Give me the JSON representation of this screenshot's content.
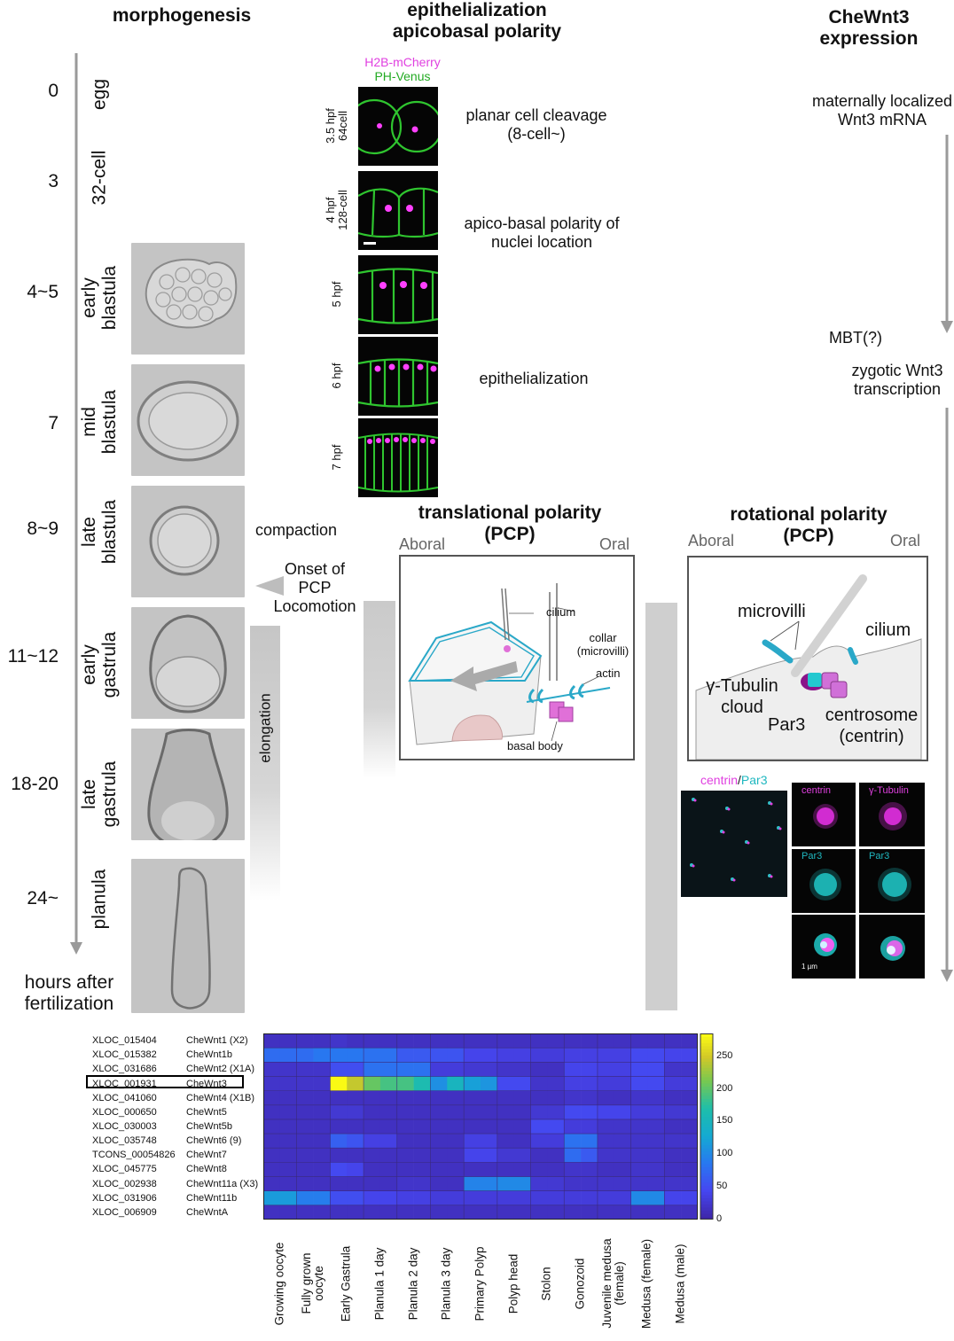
{
  "headers": {
    "morphogenesis": "morphogenesis",
    "epithelialization_line1": "epithelialization",
    "epithelialization_line2": "apicobasal polarity",
    "wnt3_line1": "CheWnt3",
    "wnt3_line2": "expression",
    "translational_line1": "translational polarity",
    "translational_line2": "(PCP)",
    "rotational_line1": "rotational polarity",
    "rotational_line2": "(PCP)"
  },
  "timeline": {
    "times": [
      "0",
      "3",
      "4~5",
      "7",
      "8~9",
      "11~12",
      "18-20",
      "24~"
    ],
    "stages": [
      [
        "egg"
      ],
      [
        "32-cell"
      ],
      [
        "early",
        "blastula"
      ],
      [
        "mid",
        "blastula"
      ],
      [
        "late",
        "blastula"
      ],
      [
        "early",
        "gastrula"
      ],
      [
        "late",
        "gastrula"
      ],
      [
        "planula"
      ]
    ],
    "axis_label_line1": "hours after",
    "axis_label_line2": "fertilization"
  },
  "morphogenesis": {
    "compaction": "compaction",
    "onset_line1": "Onset of",
    "onset_line2": "PCP",
    "onset_line3": "Locomotion",
    "elongation": "elongation"
  },
  "imaging": {
    "channel1": "H2B-mCherry",
    "channel2": "PH-Venus",
    "channel1_color": "#e040e0",
    "channel2_color": "#22bb22",
    "panels": [
      [
        "3.5 hpf",
        "64cell"
      ],
      [
        "4 hpf",
        "128-cell"
      ],
      [
        "5 hpf"
      ],
      [
        "6 hpf"
      ],
      [
        "7 hpf"
      ]
    ],
    "notes": {
      "cleavage_line1": "planar cell cleavage",
      "cleavage_line2": "(8-cell~)",
      "apico_line1": "apico-basal polarity of",
      "apico_line2": "nuclei location",
      "epi": "epithelialization"
    }
  },
  "wnt3": {
    "maternal_line1": "maternally localized",
    "maternal_line2": "Wnt3 mRNA",
    "mbt": "MBT(?)",
    "zygotic_line1": "zygotic Wnt3",
    "zygotic_line2": "transcription"
  },
  "translational": {
    "aboral": "Aboral",
    "oral": "Oral",
    "cilium": "cilium",
    "collar_line1": "collar",
    "collar_line2": "(microvilli)",
    "actin": "actin",
    "basal_body": "basal body"
  },
  "rotational": {
    "aboral": "Aboral",
    "oral": "Oral",
    "microvilli": "microvilli",
    "cilium": "cilium",
    "gtub_line1": "γ-Tubulin",
    "gtub_line2": "cloud",
    "par3": "Par3",
    "centrosome_line1": "centrosome",
    "centrosome_line2": "(centrin)",
    "img_centrin": "centrin",
    "img_slash": "/",
    "img_par3": "Par3",
    "img_gtub": "γ-Tubulin",
    "scale": "1 µm"
  },
  "chart_data": {
    "type": "heatmap",
    "rows": [
      {
        "id": "XLOC_015404",
        "gene": "CheWnt1 (X2)"
      },
      {
        "id": "XLOC_015382",
        "gene": "CheWnt1b"
      },
      {
        "id": "XLOC_031686",
        "gene": "CheWnt2 (X1A)"
      },
      {
        "id": "XLOC_001931",
        "gene": "CheWnt3"
      },
      {
        "id": "XLOC_041060",
        "gene": "CheWnt4 (X1B)"
      },
      {
        "id": "XLOC_000650",
        "gene": "CheWnt5"
      },
      {
        "id": "XLOC_030003",
        "gene": "CheWnt5b"
      },
      {
        "id": "XLOC_035748",
        "gene": "CheWnt6 (9)"
      },
      {
        "id": "TCONS_00054826",
        "gene": "CheWnt7"
      },
      {
        "id": "XLOC_045775",
        "gene": "CheWnt8"
      },
      {
        "id": "XLOC_002938",
        "gene": "CheWnt11a (X3)"
      },
      {
        "id": "XLOC_031906",
        "gene": "CheWnt11b"
      },
      {
        "id": "XLOC_006909",
        "gene": "CheWntA"
      }
    ],
    "highlight_row": 3,
    "columns": [
      "Growing oocyte",
      "Fully grown oocyte",
      "Early Gastrula",
      "Planula 1 day",
      "Planula 2 day",
      "Planula 3 day",
      "Primary Polyp",
      "Polyp head",
      "Stolon",
      "Gonozoid",
      "Juvenile medusa (female)",
      "Medusa (female)",
      "Medusa (male)"
    ],
    "column_label_lines": [
      [
        "Growing oocyte"
      ],
      [
        "Fully grown",
        "oocyte"
      ],
      [
        "Early Gastrula"
      ],
      [
        "Planula 1 day"
      ],
      [
        "Planula 2 day"
      ],
      [
        "Planula 3 day"
      ],
      [
        "Primary Polyp"
      ],
      [
        "Polyp head"
      ],
      [
        "Stolon"
      ],
      [
        "Gonozoid"
      ],
      [
        "Juvenile medusa",
        "(female)"
      ],
      [
        "Medusa (female)"
      ],
      [
        "Medusa (male)"
      ]
    ],
    "values": [
      [
        15,
        15,
        15,
        15,
        20,
        15,
        15,
        15,
        15,
        15,
        15,
        15,
        15,
        15,
        15,
        15,
        15,
        15,
        15,
        15,
        15,
        15,
        15,
        15,
        15,
        15
      ],
      [
        75,
        75,
        75,
        85,
        85,
        85,
        80,
        80,
        60,
        60,
        55,
        55,
        40,
        40,
        35,
        35,
        30,
        30,
        35,
        35,
        35,
        35,
        45,
        45,
        40,
        40
      ],
      [
        20,
        20,
        20,
        20,
        50,
        50,
        80,
        80,
        80,
        80,
        30,
        30,
        25,
        25,
        20,
        20,
        15,
        15,
        40,
        40,
        35,
        35,
        45,
        45,
        20,
        20
      ],
      [
        20,
        20,
        20,
        20,
        285,
        245,
        205,
        190,
        190,
        165,
        105,
        150,
        120,
        110,
        45,
        45,
        20,
        20,
        35,
        35,
        30,
        30,
        45,
        45,
        30,
        30
      ],
      [
        15,
        15,
        15,
        15,
        15,
        15,
        15,
        15,
        15,
        15,
        15,
        15,
        15,
        15,
        15,
        15,
        15,
        15,
        20,
        20,
        15,
        15,
        20,
        20,
        15,
        15
      ],
      [
        15,
        15,
        15,
        15,
        25,
        25,
        15,
        15,
        15,
        15,
        15,
        15,
        15,
        15,
        15,
        15,
        25,
        25,
        45,
        45,
        40,
        40,
        30,
        30,
        25,
        25
      ],
      [
        15,
        15,
        15,
        15,
        15,
        15,
        15,
        15,
        15,
        15,
        15,
        15,
        15,
        15,
        15,
        15,
        45,
        45,
        30,
        30,
        20,
        20,
        20,
        20,
        15,
        15
      ],
      [
        15,
        15,
        15,
        15,
        65,
        55,
        35,
        35,
        15,
        15,
        15,
        15,
        35,
        35,
        15,
        15,
        30,
        30,
        80,
        80,
        20,
        20,
        20,
        20,
        20,
        20
      ],
      [
        15,
        15,
        15,
        15,
        15,
        15,
        15,
        15,
        15,
        15,
        15,
        15,
        40,
        40,
        25,
        25,
        15,
        15,
        75,
        60,
        20,
        20,
        20,
        20,
        15,
        15
      ],
      [
        15,
        15,
        15,
        15,
        45,
        40,
        15,
        15,
        15,
        15,
        15,
        15,
        15,
        15,
        15,
        15,
        15,
        15,
        20,
        20,
        15,
        15,
        20,
        20,
        15,
        15
      ],
      [
        15,
        15,
        15,
        15,
        15,
        15,
        15,
        15,
        20,
        20,
        15,
        15,
        95,
        95,
        100,
        100,
        25,
        25,
        20,
        20,
        20,
        20,
        20,
        20,
        20,
        20
      ],
      [
        115,
        115,
        90,
        90,
        50,
        50,
        40,
        40,
        35,
        35,
        30,
        30,
        30,
        30,
        30,
        30,
        30,
        30,
        30,
        30,
        30,
        30,
        100,
        100,
        40,
        40
      ],
      [
        15,
        15,
        15,
        15,
        15,
        15,
        15,
        15,
        15,
        15,
        15,
        15,
        15,
        15,
        15,
        15,
        15,
        15,
        15,
        15,
        15,
        15,
        15,
        15,
        15,
        15
      ]
    ],
    "colorbar": {
      "min": 0,
      "max": 285,
      "ticks": [
        0,
        50,
        100,
        150,
        200,
        250
      ]
    }
  }
}
